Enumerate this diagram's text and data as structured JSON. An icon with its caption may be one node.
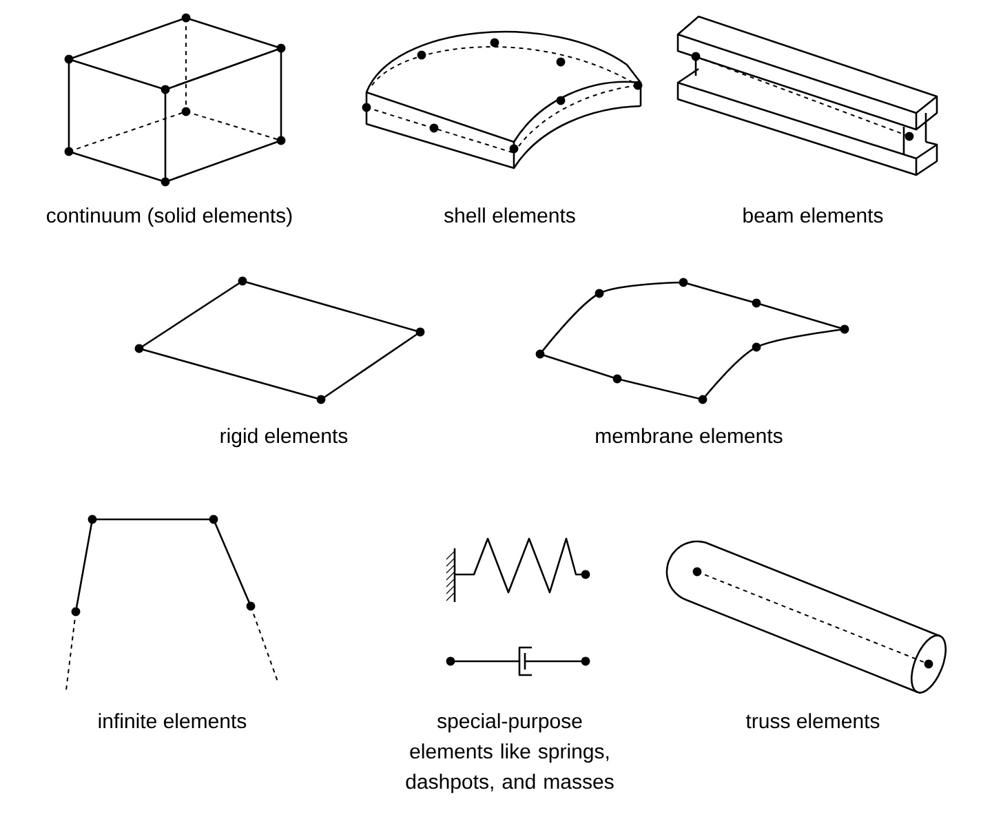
{
  "diagram": {
    "labels": [
      "continuum (solid elements)",
      "shell elements",
      "beam elements",
      "rigid elements",
      "membrane elements",
      "infinite elements",
      "special-purpose elements like springs, dashpots, and masses",
      "truss elements"
    ]
  }
}
